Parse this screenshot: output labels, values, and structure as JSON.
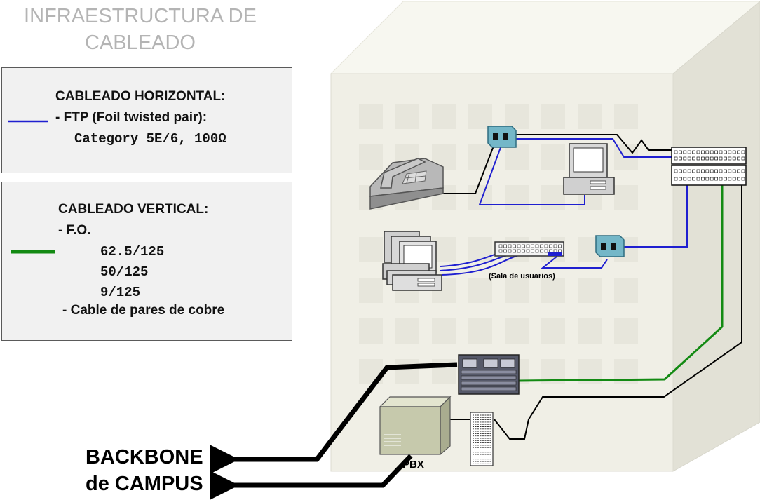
{
  "title": {
    "line1": "INFRAESTRUCTURA DE",
    "line2": "CABLEADO"
  },
  "legend_horizontal": {
    "heading": "CABLEADO HORIZONTAL:",
    "item1": "- FTP (Foil twisted pair):",
    "item2": "Category 5E/6, 100Ω",
    "line_color": "#1f1fd0"
  },
  "legend_vertical": {
    "heading": "CABLEADO VERTICAL:",
    "item1": "- F.O.",
    "fiber_types": [
      "62.5/125",
      "50/125",
      "9/125"
    ],
    "item2": "- Cable de pares de cobre",
    "line_color": "#138a13"
  },
  "labels": {
    "user_room": "(Sala de usuarios)",
    "pbx": "PBX",
    "backbone_line1": "BACKBONE",
    "backbone_line2": "de CAMPUS"
  },
  "colors": {
    "horizontal_cable": "#1f1fd0",
    "vertical_fiber": "#138a13",
    "copper_cable": "#000000",
    "building_front": "#f0efe6",
    "building_side": "#e2e1d6",
    "building_top": "#f7f7f0",
    "outlet": "#74b7c8"
  }
}
